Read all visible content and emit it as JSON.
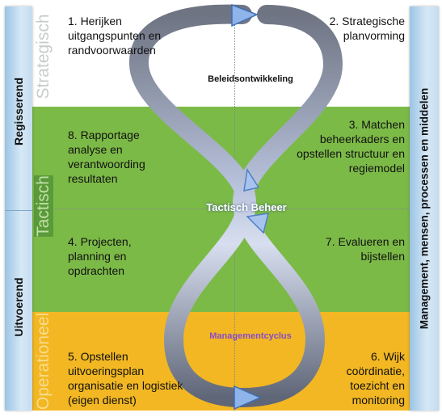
{
  "sidebar_left": {
    "top": "Regisserend",
    "bottom": "Uitvoerend"
  },
  "sidebar_right": {
    "label": "Management, mensen, processen en middelen"
  },
  "levels": {
    "strategic": "Strategisch",
    "tactical": "Tactisch",
    "operational": "Operationeel"
  },
  "steps": {
    "s1": "1. Herijken uitgangspunten en randvoorwaarden",
    "s2": "2. Strategische planvorming",
    "s3": "3. Matchen beheerkaders en opstellen structuur en regiemodel",
    "s4": "4. Projecten, planning en opdrachten",
    "s5": "5. Opstellen uitvoeringsplan organisatie en logistiek (eigen dienst)",
    "s6": "6. Wijk coördinatie, toezicht en monitoring",
    "s7": "7. Evalueren en bijstellen",
    "s8": "8. Rapportage analyse en verantwoording resultaten"
  },
  "center_labels": {
    "top": "Beleidsontwikkeling",
    "middle": "Tactisch Beheer",
    "bottom": "Managementcyclus"
  },
  "colors": {
    "strategic": "#ffffff",
    "tactical": "#7cba47",
    "operational": "#f2b722",
    "sidebar": "#c4dcef",
    "loop": "#9aa4c0",
    "management_label": "#8a4cc7"
  }
}
